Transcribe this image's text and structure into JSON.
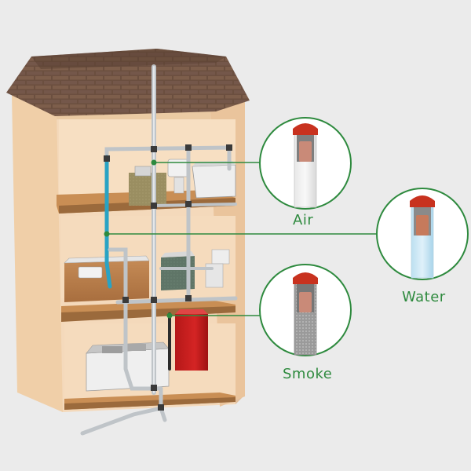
{
  "labels": {
    "air": "Air",
    "water": "Water",
    "smoke": "Smoke"
  },
  "colors": {
    "callout_green": "#2e8a3e",
    "roof_brick": "#6b4f3f",
    "wall": "#f2d5b5",
    "water_pipe": "#29a3c4",
    "steel_pipe": "#c8ccd0",
    "cap_red": "#c8321f",
    "boiler_red": "#c71f1f"
  }
}
